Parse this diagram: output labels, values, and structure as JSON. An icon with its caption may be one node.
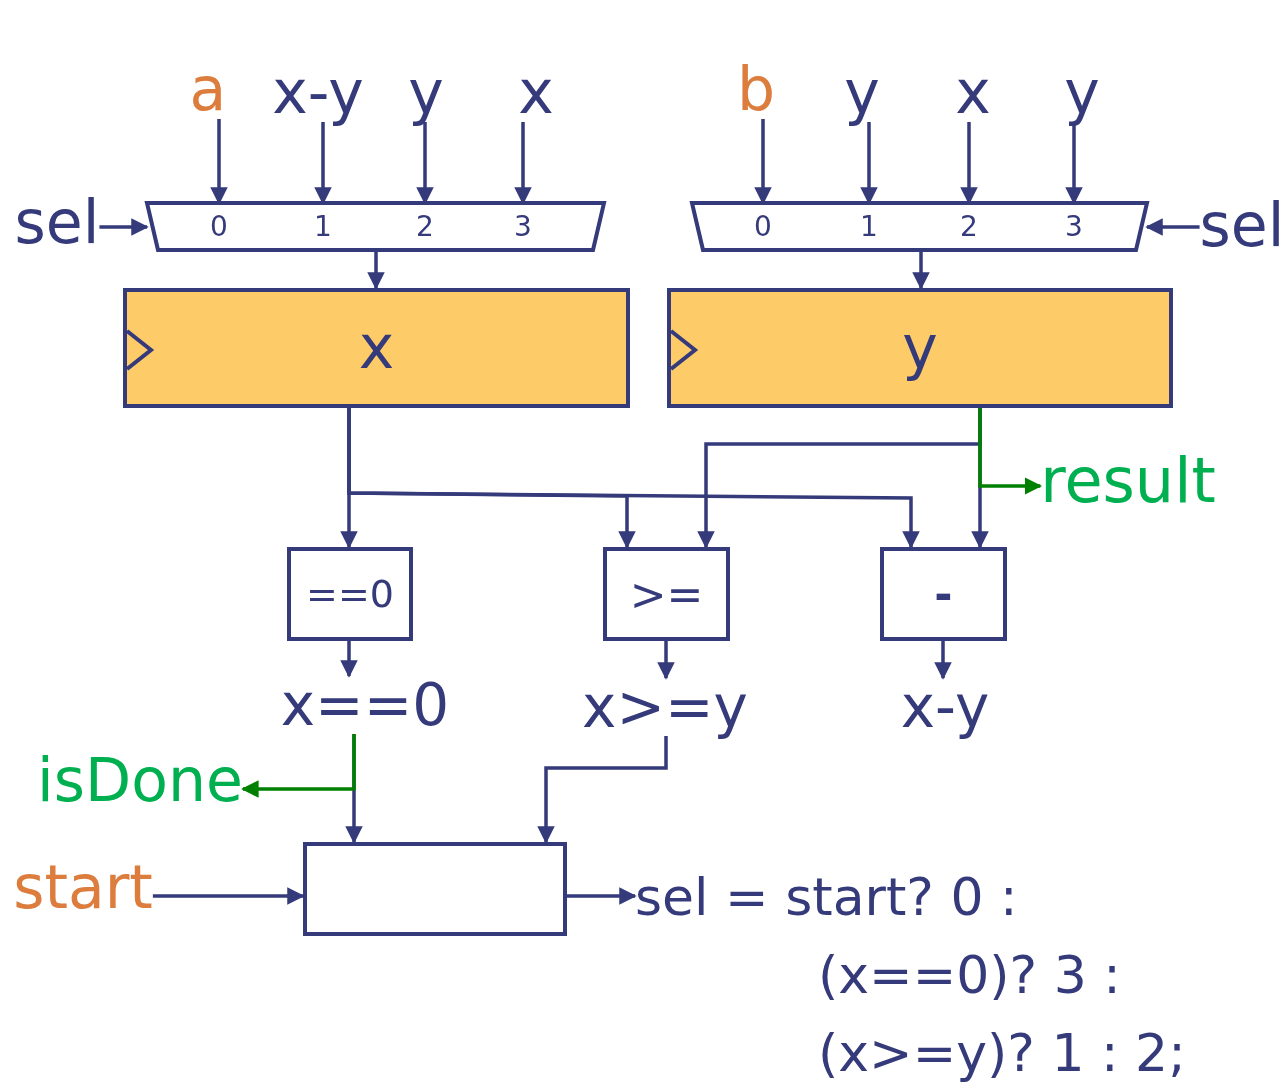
{
  "diagram": {
    "nodes": [
      {
        "text": [
          "a"
        ]
      },
      {
        "text": [
          "x-y"
        ]
      },
      {
        "text": [
          "y"
        ]
      },
      {
        "text": [
          "x"
        ]
      },
      {
        "text": [
          "b"
        ]
      },
      {
        "text": [
          "y"
        ]
      },
      {
        "text": [
          "x"
        ]
      },
      {
        "text": [
          "y"
        ]
      },
      {
        "text": [
          "0",
          "1",
          "2",
          "3"
        ]
      },
      {
        "text": [
          "0",
          "1",
          "2",
          "3"
        ]
      },
      {
        "text": [
          "sel"
        ]
      },
      {
        "text": [
          "sel"
        ]
      },
      {
        "text": [
          "x"
        ]
      },
      {
        "text": [
          "y"
        ]
      },
      {
        "text": [
          "==0"
        ]
      },
      {
        "text": [
          ">="
        ]
      },
      {
        "text": [
          "-"
        ]
      },
      {
        "text": [
          "result"
        ]
      },
      {
        "text": [
          "x==0"
        ]
      },
      {
        "text": [
          "x>=y"
        ]
      },
      {
        "text": [
          "x-y"
        ]
      },
      {
        "text": [
          "isDone"
        ]
      },
      {
        "text": [],
        "shape": "box"
      },
      {
        "text": [
          "start"
        ]
      },
      {
        "text": [
          "sel = start? 0 :",
          "(x==0)? 3 :",
          "(x>=y)? 1 : 2;"
        ]
      }
    ],
    "edges": [
      {
        "from": 0,
        "to": 8,
        "arrow": "to"
      },
      {
        "from": 1,
        "to": 8,
        "arrow": "to"
      },
      {
        "from": 2,
        "to": 8,
        "arrow": "to"
      },
      {
        "from": 3,
        "to": 8,
        "arrow": "to"
      },
      {
        "from": 4,
        "to": 9,
        "arrow": "to"
      },
      {
        "from": 5,
        "to": 9,
        "arrow": "to"
      },
      {
        "from": 6,
        "to": 9,
        "arrow": "to"
      },
      {
        "from": 7,
        "to": 9,
        "arrow": "to"
      },
      {
        "from": 10,
        "to": 8,
        "arrow": "to"
      },
      {
        "from": 11,
        "to": 9,
        "arrow": "to"
      },
      {
        "from": 8,
        "to": 12,
        "arrow": "to"
      },
      {
        "from": 9,
        "to": 13,
        "arrow": "to"
      },
      {
        "from": 12,
        "to": 14,
        "arrow": "to"
      },
      {
        "from": 12,
        "to": 15,
        "arrow": "to"
      },
      {
        "from": 12,
        "to": 16,
        "arrow": "to"
      },
      {
        "from": 13,
        "to": 15,
        "arrow": "to"
      },
      {
        "from": 13,
        "to": 16,
        "arrow": "to"
      },
      {
        "from": 13,
        "to": 17,
        "arrow": "to",
        "color": "#008000"
      },
      {
        "from": 14,
        "to": 18,
        "arrow": "to"
      },
      {
        "from": 15,
        "to": 19,
        "arrow": "to"
      },
      {
        "from": 16,
        "to": 20,
        "arrow": "to"
      },
      {
        "from": 18,
        "to": 22,
        "arrow": "to"
      },
      {
        "from": 18,
        "to": 21,
        "arrow": "to",
        "color": "#008000"
      },
      {
        "from": 19,
        "to": 22,
        "arrow": "to"
      },
      {
        "from": 23,
        "to": 22,
        "arrow": "to"
      },
      {
        "from": 22,
        "to": 24,
        "arrow": "to"
      }
    ]
  }
}
